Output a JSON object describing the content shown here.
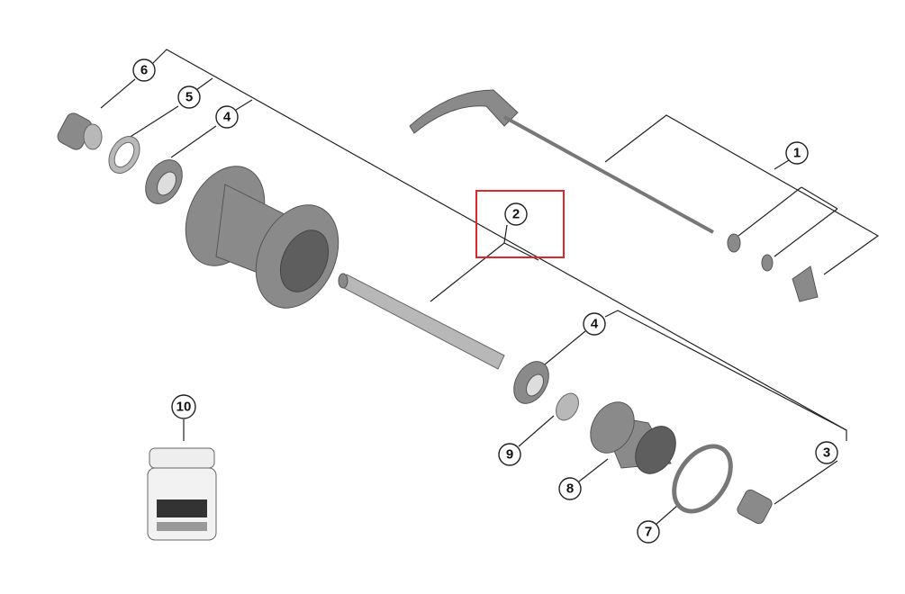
{
  "diagram": {
    "callouts": [
      {
        "id": "c6",
        "label": "6"
      },
      {
        "id": "c5",
        "label": "5"
      },
      {
        "id": "c4a",
        "label": "4"
      },
      {
        "id": "c1",
        "label": "1"
      },
      {
        "id": "c2",
        "label": "2"
      },
      {
        "id": "c4b",
        "label": "4"
      },
      {
        "id": "c3",
        "label": "3"
      },
      {
        "id": "c9",
        "label": "9"
      },
      {
        "id": "c8",
        "label": "8"
      },
      {
        "id": "c7",
        "label": "7"
      },
      {
        "id": "c10",
        "label": "10"
      }
    ],
    "highlight_color": "#e0252b"
  }
}
